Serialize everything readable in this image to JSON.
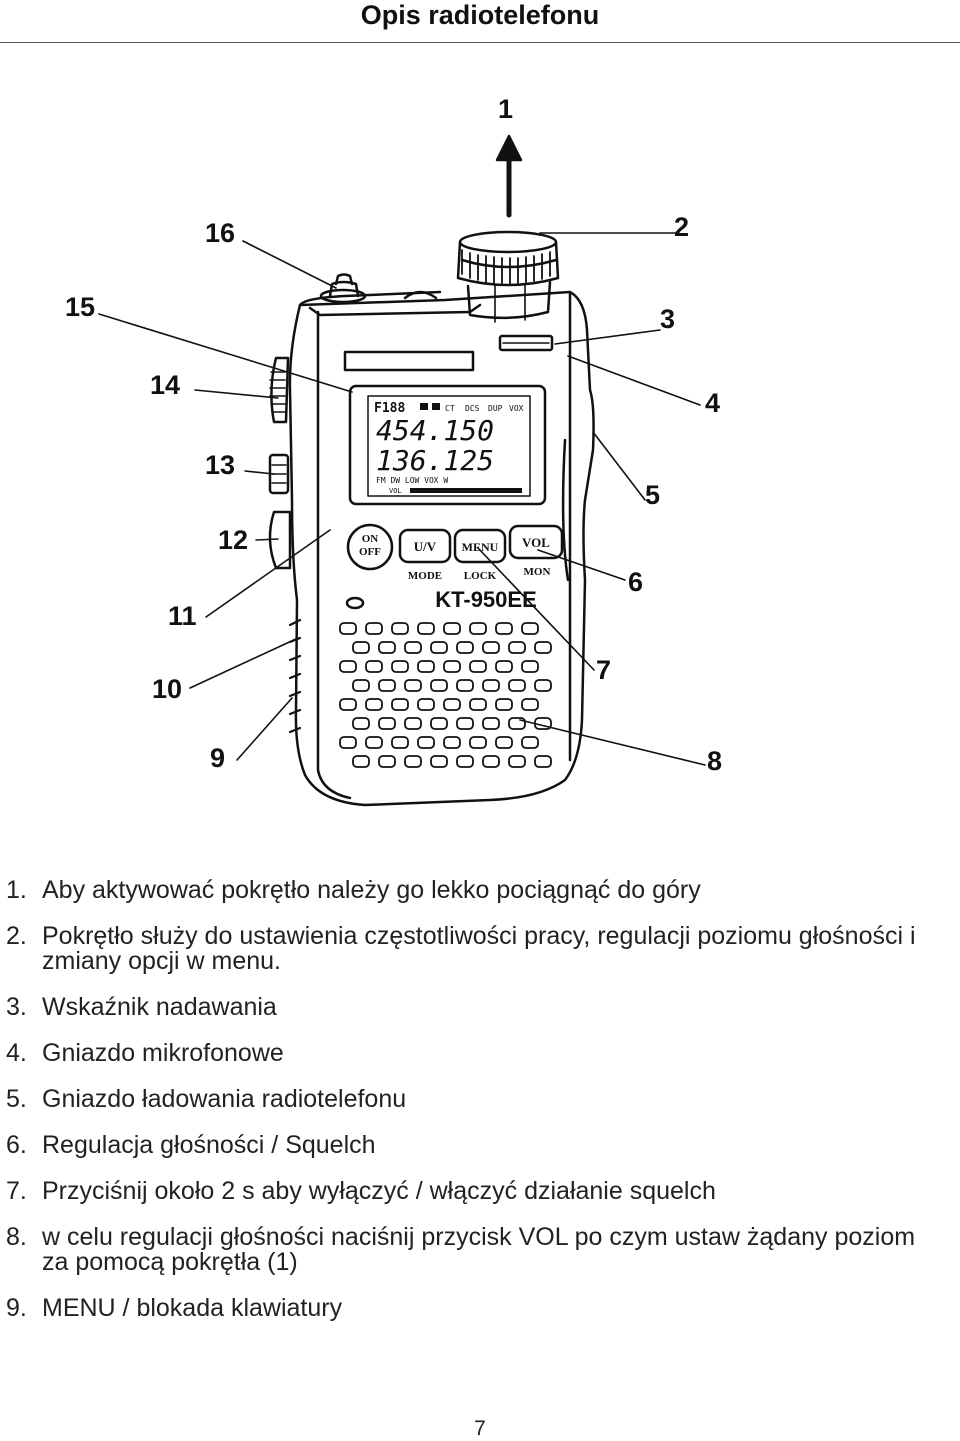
{
  "header": {
    "title": "Opis radiotelefonu"
  },
  "figure": {
    "callouts": [
      "1",
      "2",
      "3",
      "4",
      "5",
      "6",
      "7",
      "8",
      "9",
      "10",
      "11",
      "12",
      "13",
      "14",
      "15",
      "16"
    ],
    "lcd": {
      "top_left": "F188",
      "line1": "454.150",
      "line2": "136.125",
      "flags_top": [
        "CT",
        "DCS",
        "DUP",
        "VOX"
      ],
      "flags_bottom": "FM  DW  LOW  VOX  W",
      "vol_label": "VOL"
    },
    "keys": {
      "on_off_top": "ON",
      "on_off_bottom": "OFF",
      "uv": "U/V",
      "menu": "MENU",
      "vol": "VOL",
      "mode": "MODE",
      "lock": "LOCK",
      "mon": "MON"
    },
    "model": "KT-950EE"
  },
  "items": [
    {
      "num": "1.",
      "text": "Aby aktywować pokrętło należy go lekko pociągnąć do góry"
    },
    {
      "num": "2.",
      "text": "Pokrętło służy do ustawienia częstotliwości pracy, regulacji poziomu głośności i zmiany opcji w menu."
    },
    {
      "num": "3.",
      "text": "Wskaźnik nadawania"
    },
    {
      "num": "4.",
      "text": "Gniazdo mikrofonowe"
    },
    {
      "num": "5.",
      "text": "Gniazdo ładowania radiotelefonu"
    },
    {
      "num": "6.",
      "text": "Regulacja głośności / Squelch"
    },
    {
      "num": "7.",
      "text": "Przyciśnij około 2 s aby wyłączyć / włączyć działanie squelch"
    },
    {
      "num": "8.",
      "text": "w celu regulacji głośności naciśnij przycisk VOL po czym ustaw żądany poziom za pomocą pokrętła (1)"
    },
    {
      "num": "9.",
      "text": "MENU / blokada klawiatury"
    }
  ],
  "footer": {
    "page_number": "7"
  }
}
